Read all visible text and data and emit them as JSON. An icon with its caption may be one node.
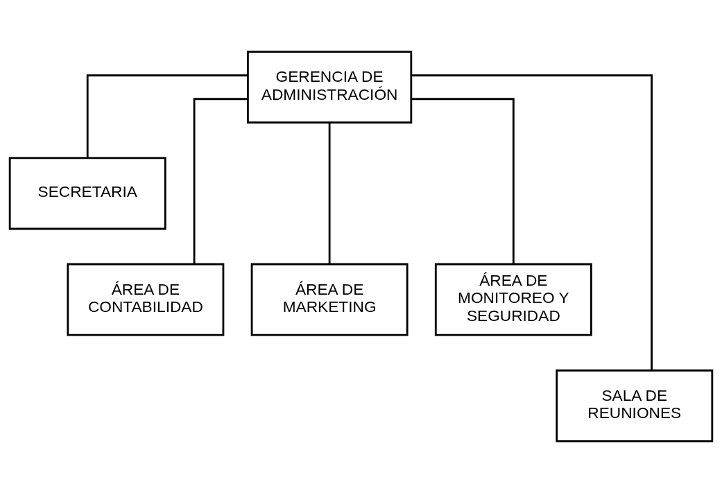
{
  "diagram": {
    "nodes": [
      {
        "text": [
          "GERENCIA DE ADMINISTRACIÓN"
        ]
      },
      {
        "text": [
          "SECRETARIA"
        ]
      },
      {
        "text": [
          "ÁREA DE CONTABILIDAD"
        ]
      },
      {
        "text": [
          "ÁREA DE MARKETING"
        ]
      },
      {
        "text": [
          "ÁREA DE MONITOREO Y SEGURIDAD"
        ]
      },
      {
        "text": [
          "SALA DE REUNIONES"
        ]
      }
    ],
    "edges": [
      {
        "from": 0,
        "to": 1,
        "arrow": "none"
      },
      {
        "from": 0,
        "to": 2,
        "arrow": "none"
      },
      {
        "from": 0,
        "to": 3,
        "arrow": "none"
      },
      {
        "from": 0,
        "to": 4,
        "arrow": "none"
      },
      {
        "from": 0,
        "to": 5,
        "arrow": "none"
      }
    ]
  }
}
